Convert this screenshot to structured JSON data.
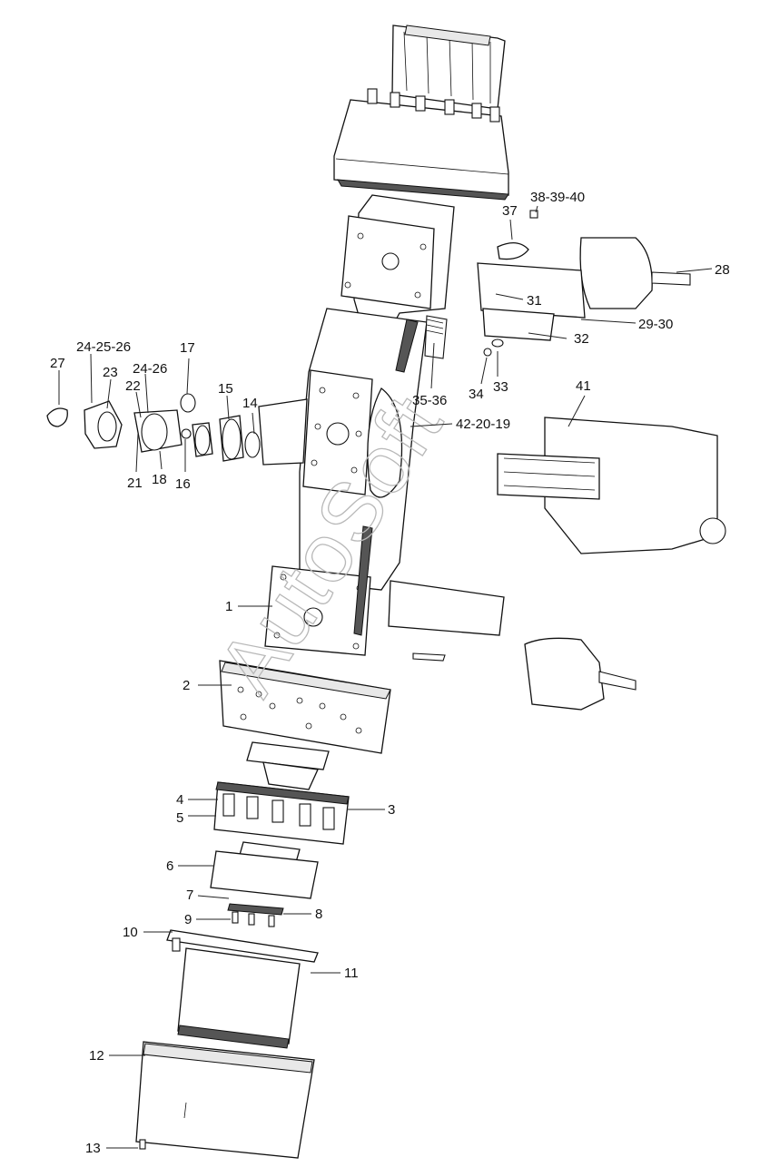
{
  "watermark": "AutoSoft",
  "callouts": [
    {
      "id": "c1",
      "text": "1"
    },
    {
      "id": "c2",
      "text": "2"
    },
    {
      "id": "c3",
      "text": "3"
    },
    {
      "id": "c4",
      "text": "4"
    },
    {
      "id": "c5",
      "text": "5"
    },
    {
      "id": "c6",
      "text": "6"
    },
    {
      "id": "c7",
      "text": "7"
    },
    {
      "id": "c8",
      "text": "8"
    },
    {
      "id": "c9",
      "text": "9"
    },
    {
      "id": "c10",
      "text": "10"
    },
    {
      "id": "c11",
      "text": "11"
    },
    {
      "id": "c12",
      "text": "12"
    },
    {
      "id": "c13",
      "text": "13"
    },
    {
      "id": "c14",
      "text": "14"
    },
    {
      "id": "c15",
      "text": "15"
    },
    {
      "id": "c16",
      "text": "16"
    },
    {
      "id": "c17",
      "text": "17"
    },
    {
      "id": "c18",
      "text": "18"
    },
    {
      "id": "c21",
      "text": "21"
    },
    {
      "id": "c22",
      "text": "22"
    },
    {
      "id": "c23",
      "text": "23"
    },
    {
      "id": "c24_26",
      "text": "24-26"
    },
    {
      "id": "c24_25_26",
      "text": "24-25-26"
    },
    {
      "id": "c27",
      "text": "27"
    },
    {
      "id": "c28",
      "text": "28"
    },
    {
      "id": "c29_30",
      "text": "29-30"
    },
    {
      "id": "c31",
      "text": "31"
    },
    {
      "id": "c32",
      "text": "32"
    },
    {
      "id": "c33",
      "text": "33"
    },
    {
      "id": "c34",
      "text": "34"
    },
    {
      "id": "c35_36",
      "text": "35-36"
    },
    {
      "id": "c37",
      "text": "37"
    },
    {
      "id": "c38_39_40",
      "text": "38-39-40"
    },
    {
      "id": "c41",
      "text": "41"
    },
    {
      "id": "c42_20_19",
      "text": "42-20-19"
    }
  ]
}
